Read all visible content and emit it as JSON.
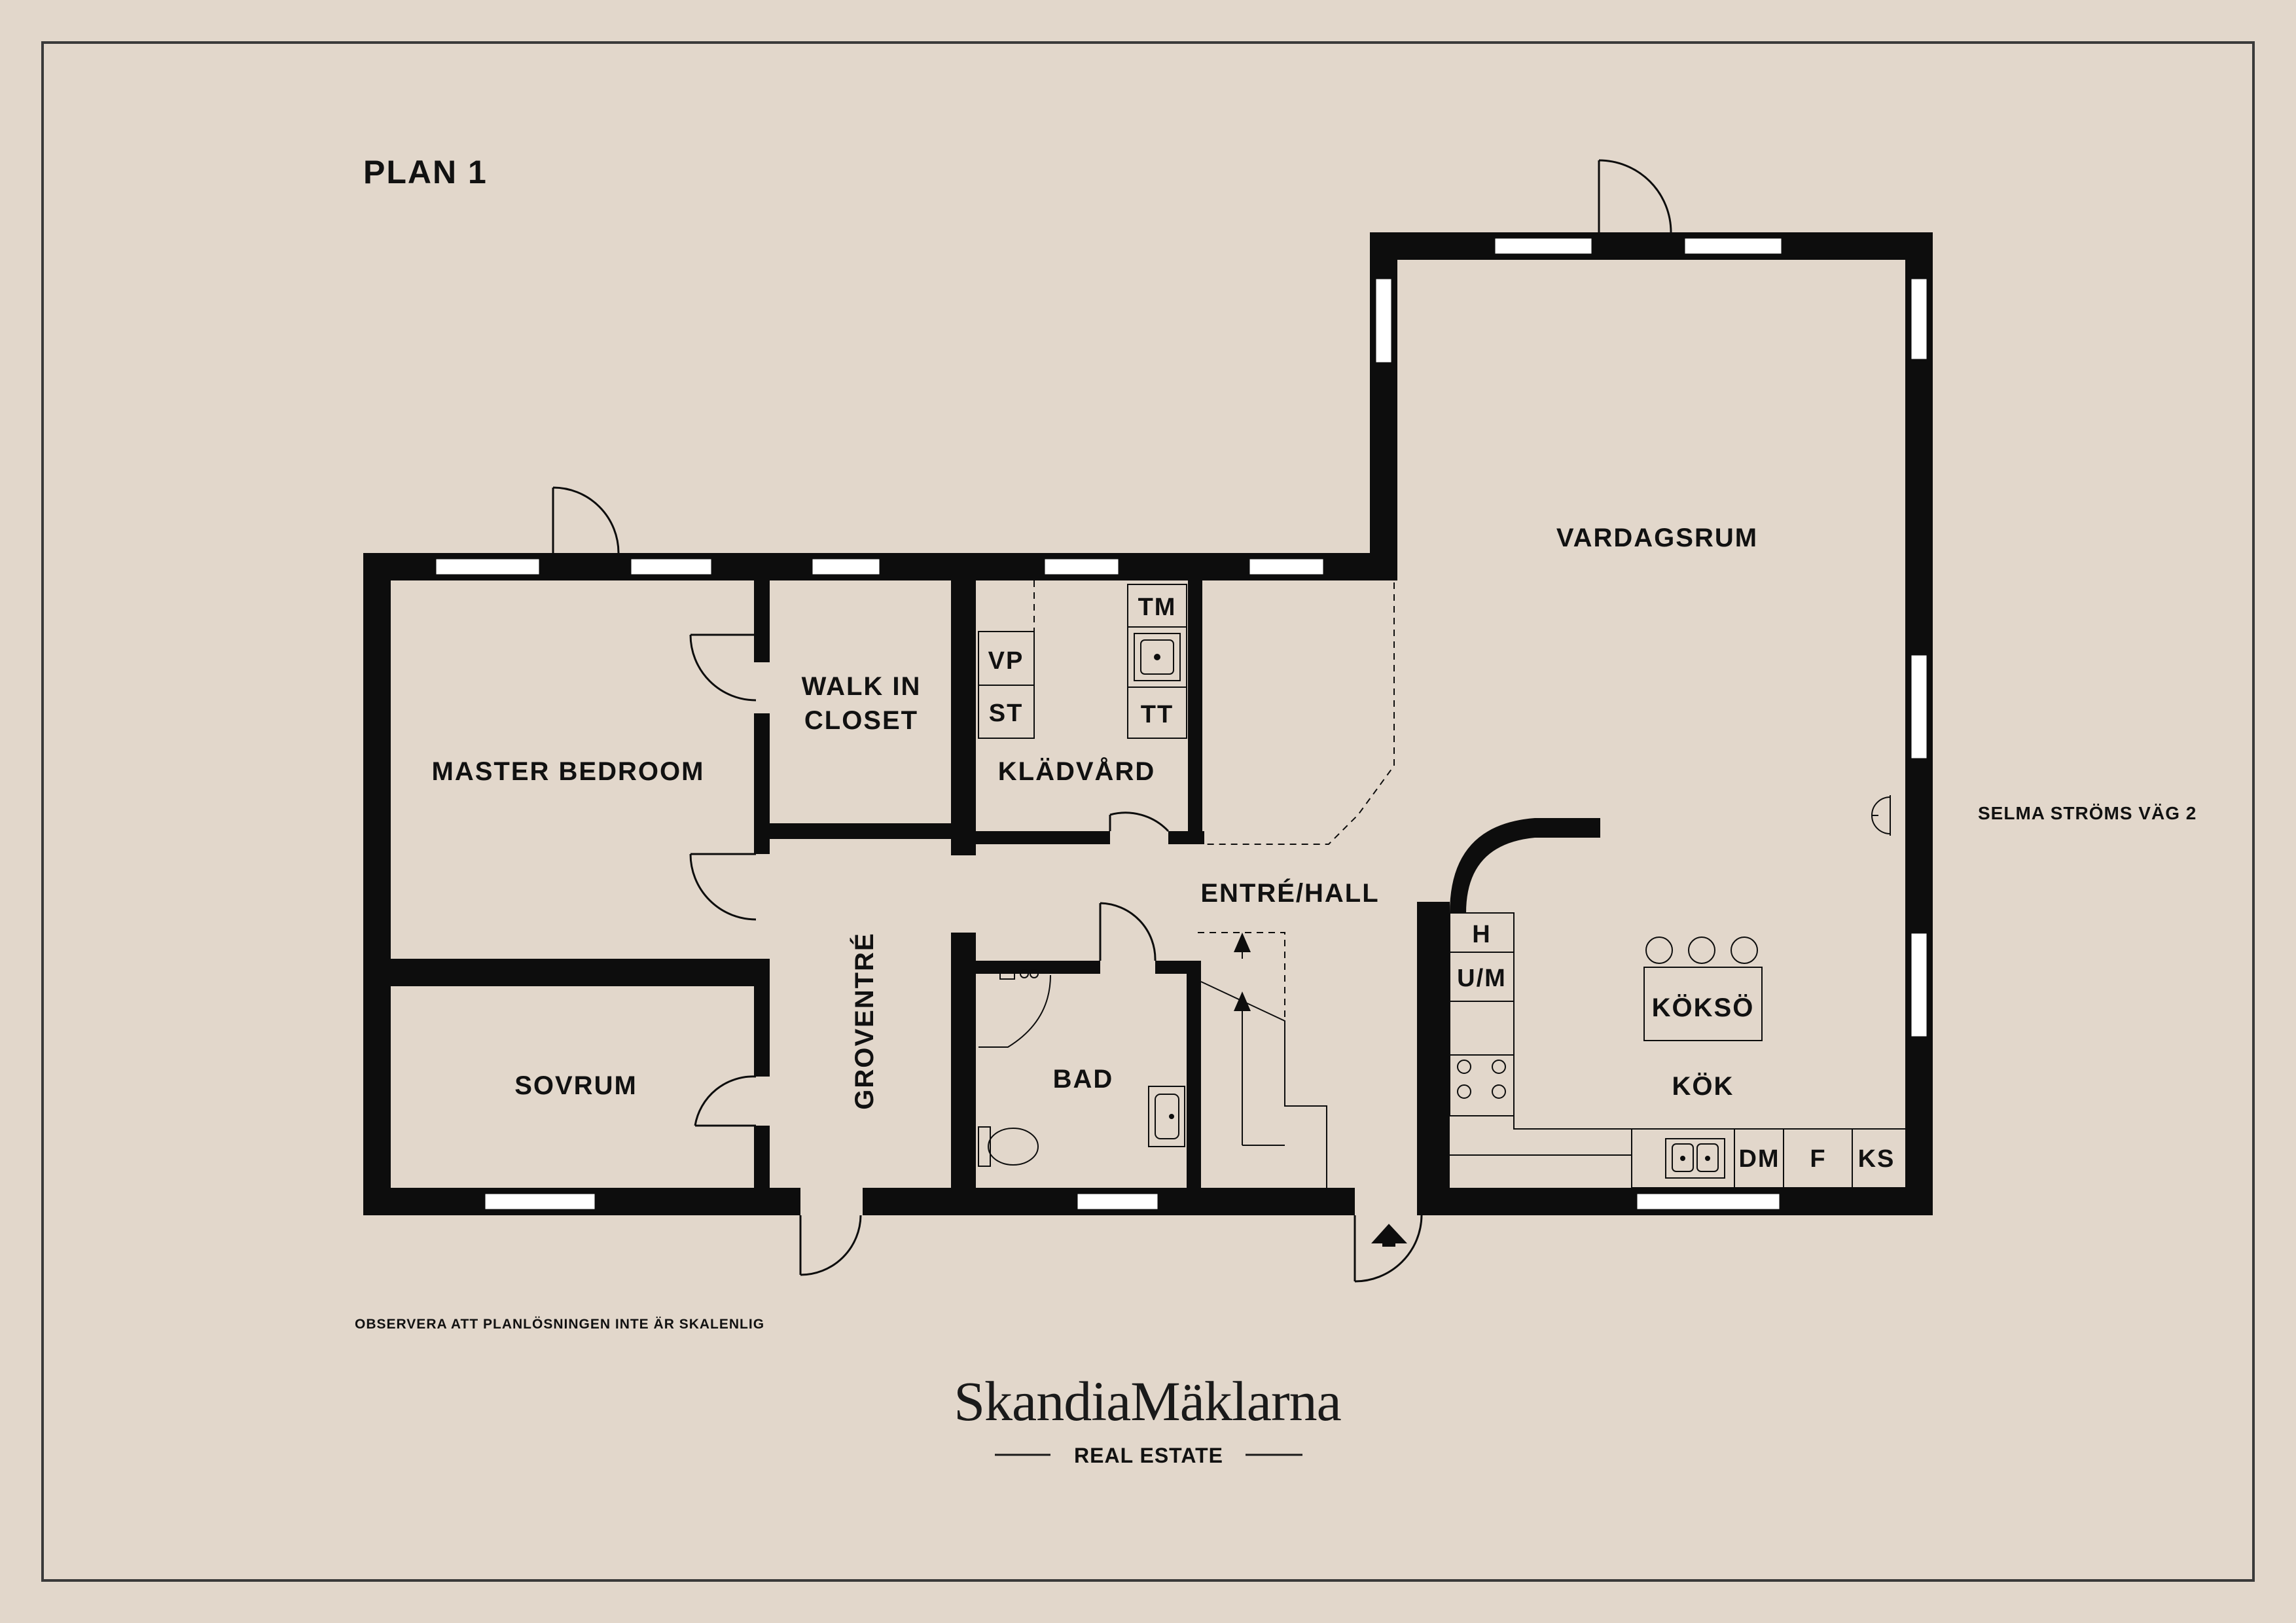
{
  "plan_title": "PLAN 1",
  "address": "SELMA STRÖMS VÄG 2",
  "disclaimer": "OBSERVERA ATT PLANLÖSNINGEN INTE ÄR SKALENLIG",
  "rooms": {
    "vardagsrum": "VARDAGSRUM",
    "master_bedroom": "MASTER BEDROOM",
    "walk_in_closet_line1": "WALK IN",
    "walk_in_closet_line2": "CLOSET",
    "kladvard": "KLÄDVÅRD",
    "entre_hall": "ENTRÉ/HALL",
    "sovrum": "SOVRUM",
    "groventre": "GROVENTRÉ",
    "bad": "BAD",
    "kok": "KÖK",
    "kokso": "KÖKSÖ"
  },
  "fixtures": {
    "tm": "TM",
    "tt": "TT",
    "vp": "VP",
    "st": "ST",
    "h": "H",
    "um": "U/M",
    "dm": "DM",
    "f": "F",
    "ks": "KS"
  },
  "logo": {
    "brand": "SkandiaMäklarna",
    "tagline": "REAL ESTATE"
  },
  "colors": {
    "background": "#e2d7cb",
    "wall": "#0d0d0d",
    "border": "#3a3a3a"
  }
}
